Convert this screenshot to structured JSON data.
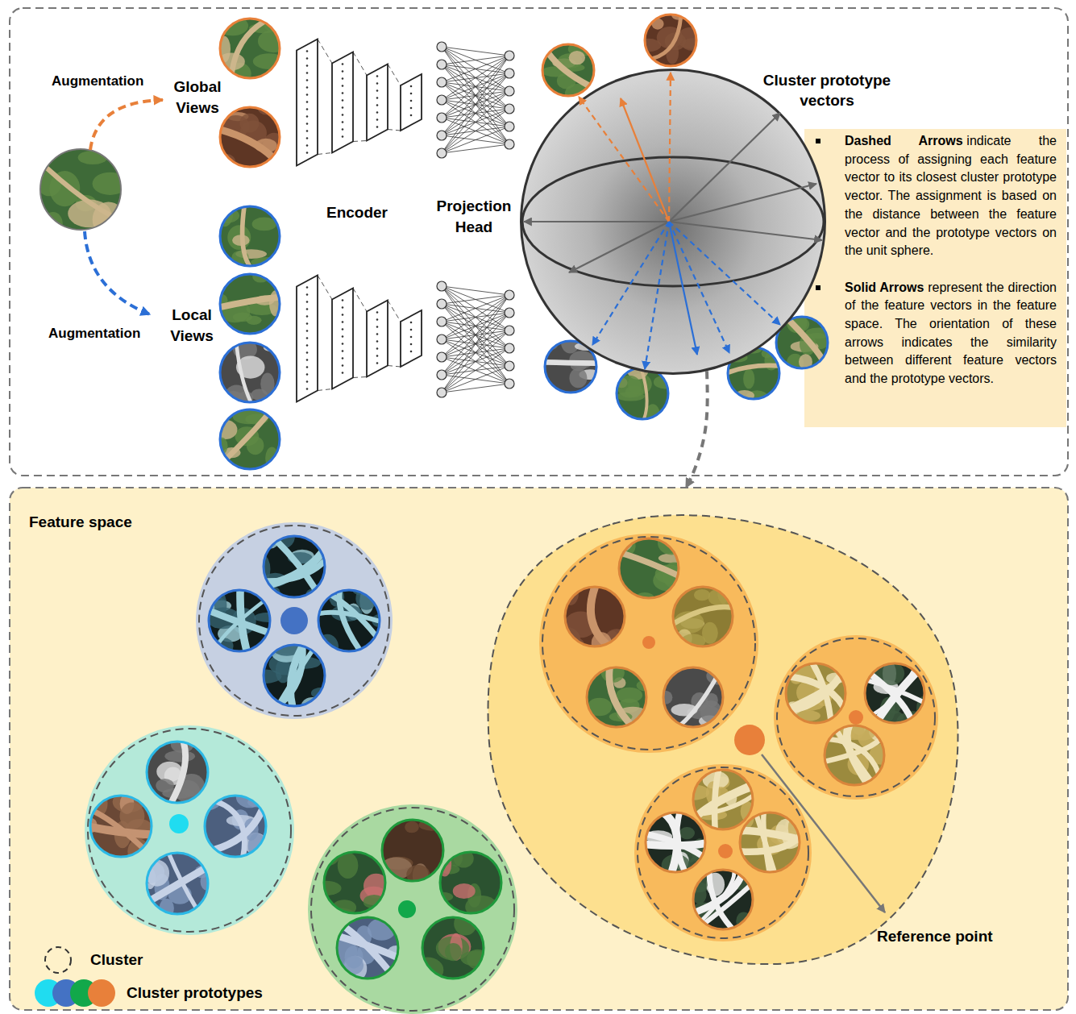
{
  "diagram": {
    "nodes": [
      {
        "text": [
          "Cluster prototype vectors"
        ]
      },
      {
        "text": [
          "Dashed Arrows",
          "indicate the process of assigning each feature vector to its closest cluster prototype vector. The assignment is based on the distance between the feature vector and the prototype vectors on the unit sphere.",
          "Solid Arrows",
          "represent the direction of the feature vectors in the feature space. The orientation of these arrows indicates the similarity between different feature vectors and the prototype vectors."
        ]
      },
      {
        "text": [
          "Feature space"
        ]
      }
    ],
    "edges": [
      {
        "from": 0,
        "to": 2,
        "arrow": "to"
      }
    ],
    "labels": [
      "Augmentation",
      "Global Views",
      "Augmentation",
      "Local Views",
      "Encoder",
      "Projection Head",
      "Reference point"
    ],
    "legend": [
      {
        "text": "Cluster"
      },
      {
        "text": "Cluster prototypes"
      }
    ]
  }
}
